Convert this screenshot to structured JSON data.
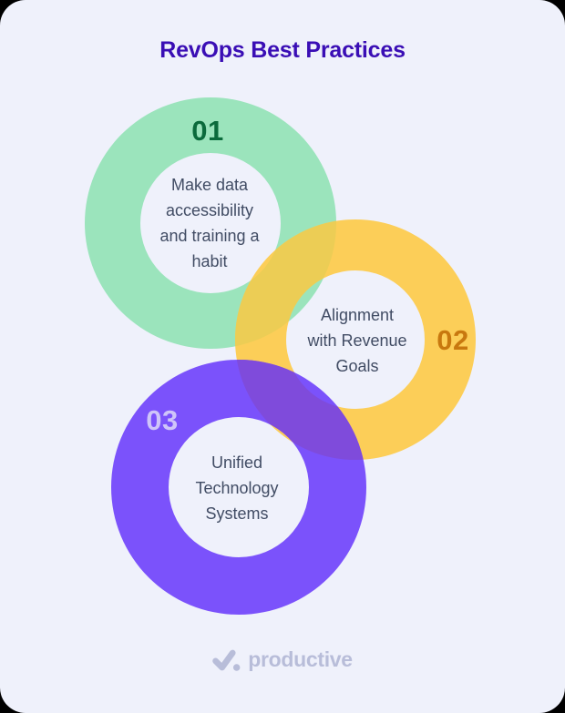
{
  "page": {
    "background_color": "#EFF1FB",
    "outside_color": "#000000"
  },
  "header": {
    "title": "RevOps Best Practices",
    "title_color": "#3A0EB5"
  },
  "diagram": {
    "text_color": "#414C64",
    "items": [
      {
        "number": "01",
        "number_color": "#0B6B3C",
        "ring_color": "#9BE4BC",
        "text": "Make data accessibility and training a habit",
        "lines": [
          "Make data",
          "accessibility",
          "and training a",
          "habit"
        ]
      },
      {
        "number": "02",
        "number_color": "#C8780F",
        "ring_color": "#FCCE58",
        "text": "Alignment with Revenue Goals",
        "lines": [
          "Alignment",
          "with Revenue",
          "Goals"
        ]
      },
      {
        "number": "03",
        "number_color": "#CFC5F9",
        "ring_color": "#7B52FB",
        "text": "Unified Technology Systems",
        "lines": [
          "Unified",
          "Technology",
          "Systems"
        ]
      }
    ],
    "overlap_colors": {
      "green_yellow": "#ECCD55",
      "purple_yellow": "#7F4BDB"
    }
  },
  "footer": {
    "brand": "productive",
    "brand_color": "#B8BDD9"
  }
}
